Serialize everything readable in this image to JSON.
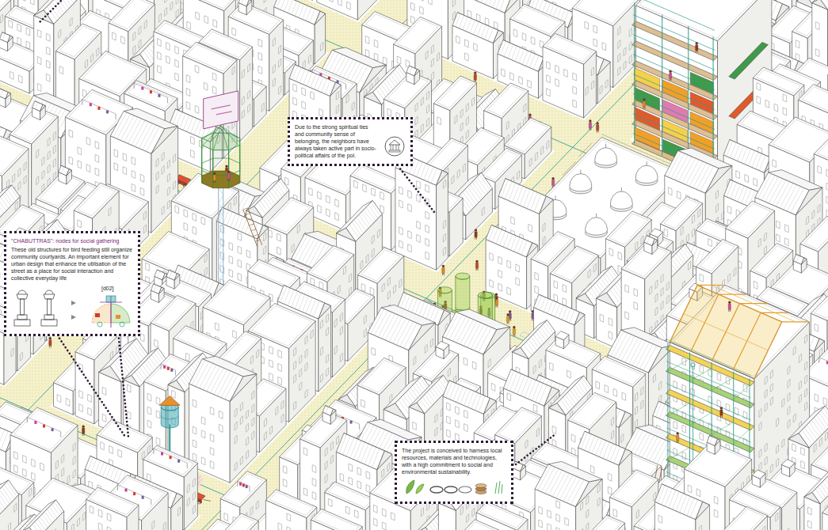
{
  "diagram": {
    "nodes": [
      {
        "text": [
          "Due to the strong spiritual ties and community sense of belonging, the neighbors have always taken active part in socio-political affairs of the pol."
        ]
      },
      {
        "text": [
          "\"CHABUTTRAS\": nodes for social gathering",
          "These old structures for bird feeding still organize community courtyards. An important element for urban design that enhance the utilisation of the street as a place for social interaction and collective everyday life",
          "[d02]"
        ]
      },
      {
        "text": [
          "The project is conceived to harness local resources, materials and technologies, with a high commitment to social and environmental sustainability."
        ]
      }
    ]
  }
}
